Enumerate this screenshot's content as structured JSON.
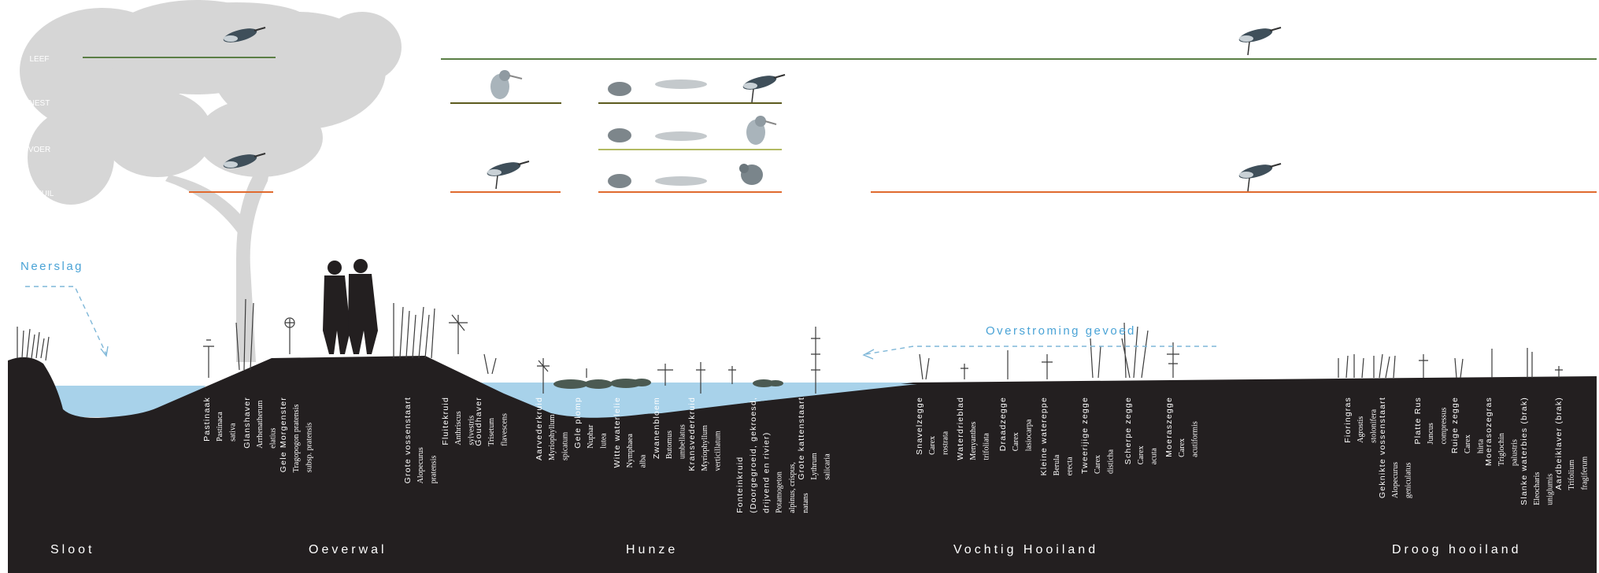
{
  "legend": [
    {
      "label": "LEEF",
      "color": "#5a7e45"
    },
    {
      "label": "NEST",
      "color": "#5c5a1e"
    },
    {
      "label": "VOER",
      "color": "#b2ba62"
    },
    {
      "label": "SCHUIL",
      "color": "#e06a2e"
    }
  ],
  "annotations": {
    "neerslag": "Neerslag",
    "overstroming": "Overstroming gevoed"
  },
  "zones": [
    "Sloot",
    "Oeverwal",
    "Hunze",
    "Vochtig Hooiland",
    "Droog hooiland"
  ],
  "plants": [
    {
      "common": "Pastinaak",
      "latin": [
        "Pastinaca",
        "sativa"
      ]
    },
    {
      "common": "Glanshaver",
      "latin": [
        "Arrhenatherum",
        "elatius"
      ]
    },
    {
      "common": "Gele Morgenster",
      "latin": [
        "Tragopogon pratensis",
        "subsp. pratensis"
      ]
    },
    {
      "common": "Grote vossenstaart",
      "latin": [
        "Alopecurus",
        "pratensis"
      ]
    },
    {
      "common": "Fluitekruid",
      "latin": [
        "Anthriscus",
        "sylvestris"
      ]
    },
    {
      "common": "Goudhaver",
      "latin": [
        "Trisetum",
        "flavescens"
      ]
    },
    {
      "common": "Aarvederkruid",
      "latin": [
        "Myriophyllum",
        "spicatum"
      ]
    },
    {
      "common": "Gele plomp",
      "latin": [
        "Nuphar",
        "lutea"
      ]
    },
    {
      "common": "Witte waterlelie",
      "latin": [
        "Nymphaea",
        "alba"
      ]
    },
    {
      "common": "Zwanenbloem",
      "latin": [
        "Butomus",
        "umbellatus"
      ]
    },
    {
      "common": "Kransvederkruid",
      "latin": [
        "Myriophyllum",
        "verticillatum"
      ]
    },
    {
      "common": "Fonteinkruid",
      "common2": "(Doorgegroeid, gekroesd,",
      "common3": "drijvend en rivier)",
      "latin": [
        "Potamogeton",
        "alpinus, crispus,",
        "natans"
      ]
    },
    {
      "common": "Grote kattenstaart",
      "latin": [
        "Lythrum",
        "salicaria"
      ]
    },
    {
      "common": "Snavelzegge",
      "latin": [
        "Carex",
        "rostrata"
      ]
    },
    {
      "common": "Waterdrieblad",
      "latin": [
        "Menyanthes",
        "trifoliata"
      ]
    },
    {
      "common": "Draadzegge",
      "latin": [
        "Carex",
        "lasiocarpa"
      ]
    },
    {
      "common": "Kleine watereppe",
      "latin": [
        "Berula",
        "erecta"
      ]
    },
    {
      "common": "Tweerijige zegge",
      "latin": [
        "Carex",
        "disticha"
      ]
    },
    {
      "common": "Scherpe zegge",
      "latin": [
        "Carex",
        "acuta"
      ]
    },
    {
      "common": "Moeraszegge",
      "latin": [
        "Carex",
        "acutiformis"
      ]
    },
    {
      "common": "Fioringras",
      "latin": [
        "Agrostis",
        "stolonifera"
      ]
    },
    {
      "common": "Geknikte vossenstaart",
      "latin": [
        "Alopecurus",
        "geniculatus"
      ]
    },
    {
      "common": "Platte Rus",
      "latin": [
        "Juncus",
        "compressus"
      ]
    },
    {
      "common": "Ruige zegge",
      "latin": [
        "Carex",
        "hirta"
      ]
    },
    {
      "common": "Moerasozegras",
      "latin": [
        "Triglochin",
        "palustris"
      ]
    },
    {
      "common": "Slanke waterbies (brak)",
      "latin": [
        "Eleocharis",
        "uniglumis"
      ]
    },
    {
      "common": "Aardbeiklaver (brak)",
      "latin": [
        "Trifolium",
        "fragiferum"
      ]
    }
  ]
}
